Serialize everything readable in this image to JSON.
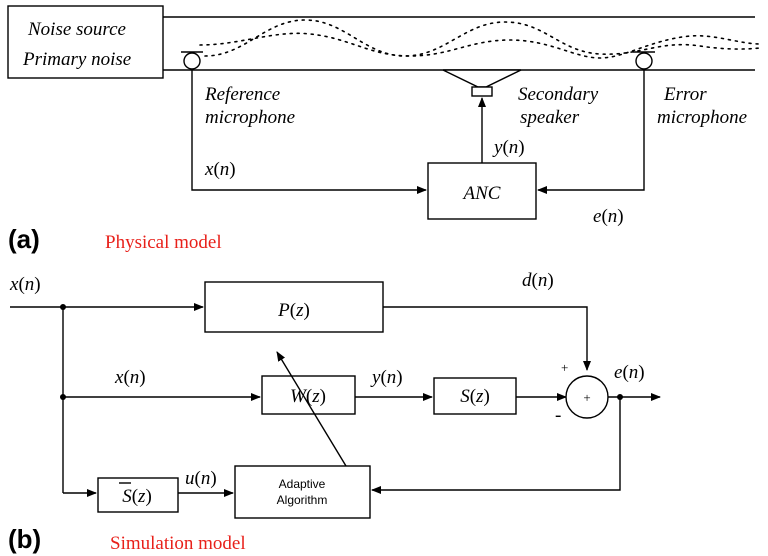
{
  "physical": {
    "panel_label": "(a)",
    "caption": "Physical model",
    "noise_source_line1": "Noise source",
    "noise_source_line2": "Primary noise",
    "reference_mic_line1": "Reference",
    "reference_mic_line2": "microphone",
    "secondary_speaker_line1": "Secondary",
    "secondary_speaker_line2": "speaker",
    "error_mic_line1": "Error",
    "error_mic_line2": "microphone",
    "anc_label": "ANC",
    "x_signal": {
      "v": "x",
      "a": "n"
    },
    "y_signal": {
      "v": "y",
      "a": "n"
    },
    "e_signal": {
      "v": "e",
      "a": "n"
    }
  },
  "simulation": {
    "panel_label": "(b)",
    "caption": "Simulation model",
    "x_input": {
      "v": "x",
      "a": "n"
    },
    "x_mid": {
      "v": "x",
      "a": "n"
    },
    "d_signal": {
      "v": "d",
      "a": "n"
    },
    "y_signal": {
      "v": "y",
      "a": "n"
    },
    "e_signal": {
      "v": "e",
      "a": "n"
    },
    "u_signal": {
      "v": "u",
      "a": "n"
    },
    "p_block": {
      "v": "P",
      "a": "z"
    },
    "w_block": {
      "v": "W",
      "a": "z"
    },
    "s_block": {
      "v": "S",
      "a": "z"
    },
    "s_hat_block": {
      "v": "S",
      "a": "z"
    },
    "adaptive_line1": "Adaptive",
    "adaptive_line2": "Algorithm",
    "sum_plus_top": "+",
    "sum_minus_left": "-",
    "sum_center": "+"
  }
}
